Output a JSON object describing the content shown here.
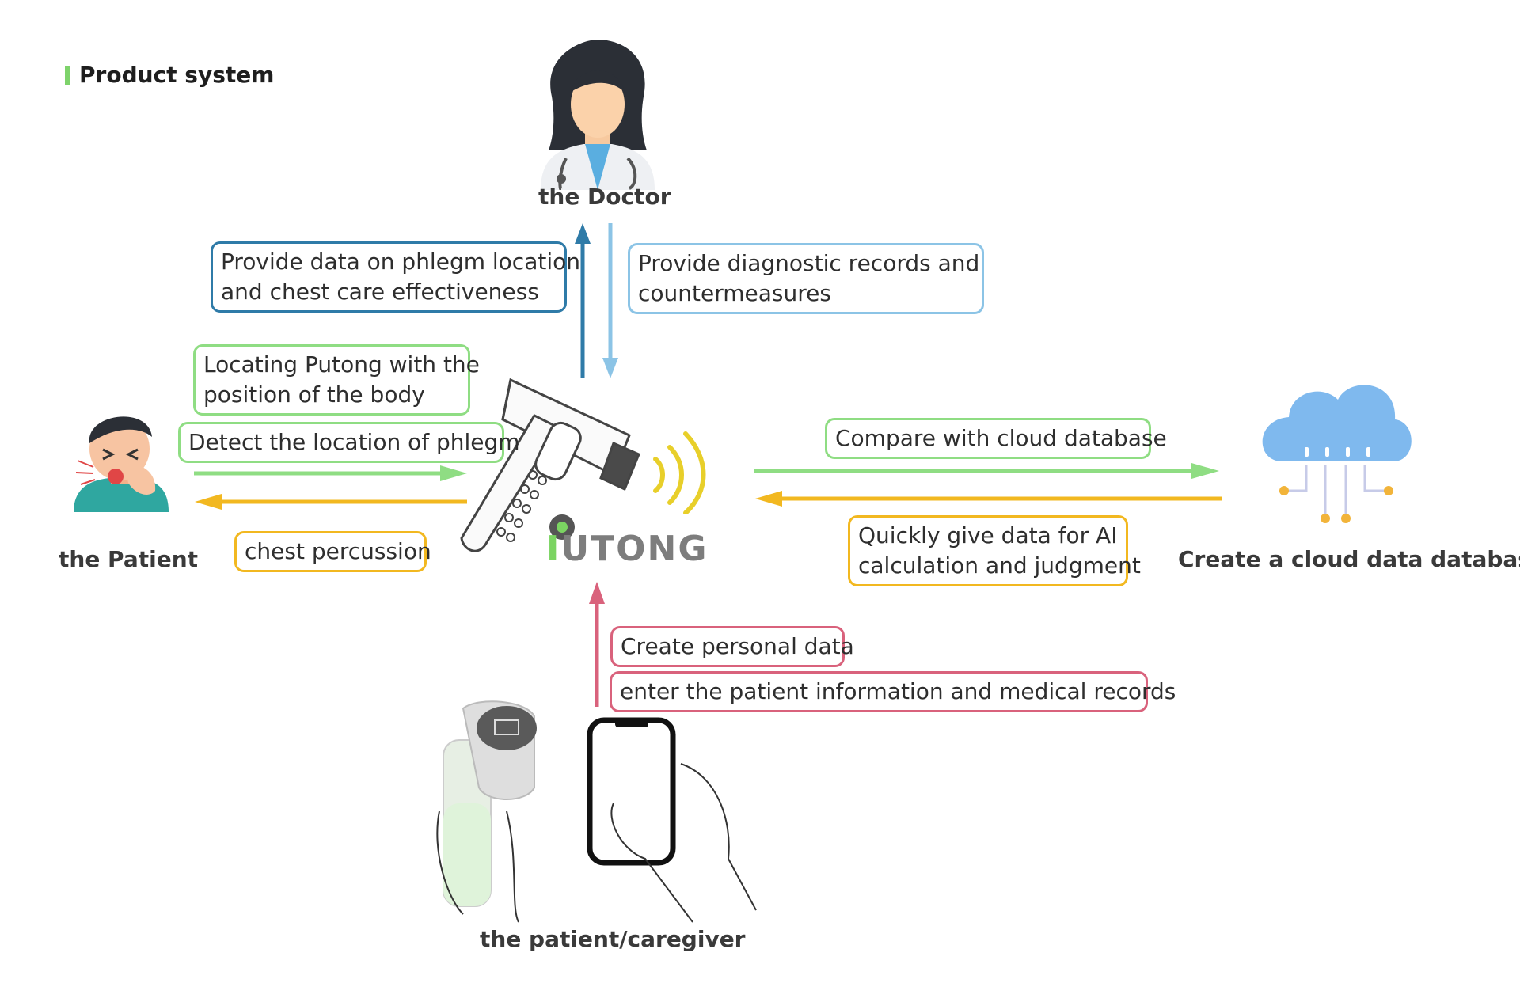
{
  "header": {
    "title": "Product system"
  },
  "entities": {
    "doctor": "the Doctor",
    "patient": "the Patient",
    "cloud": "Create a cloud data database",
    "caregiver": "the patient/caregiver"
  },
  "logo": {
    "first": "I",
    "rest": "UTONG"
  },
  "flows": {
    "to_doctor": {
      "line1": "Provide data on phlegm location",
      "line2": "and chest care effectiveness"
    },
    "from_doctor": {
      "line1": "Provide diagnostic records and",
      "line2": "countermeasures"
    },
    "locating": {
      "line1": "Locating Putong with the",
      "line2": "position of the body"
    },
    "detect": "Detect the location of phlegm",
    "percussion": "chest percussion",
    "compare_cloud": "Compare with cloud database",
    "ai_calc": {
      "line1": "Quickly give data for AI",
      "line2": "calculation and judgment"
    },
    "create_personal": "Create personal data",
    "enter_info": "enter the patient information and medical records"
  },
  "colors": {
    "green": "#8fdd83",
    "blue_dark": "#2f7ba8",
    "blue_light": "#8cc4e6",
    "orange": "#f2b820",
    "red": "#d9627c",
    "wifi": "#e8cf2a",
    "cloud": "#7fb9ee"
  }
}
